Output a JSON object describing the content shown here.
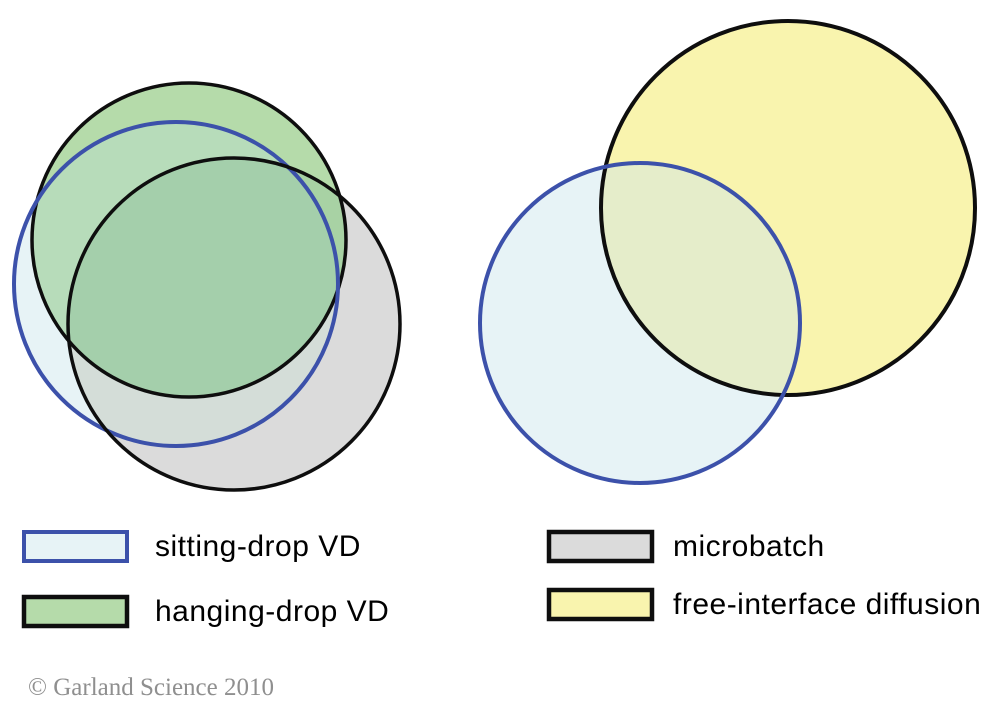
{
  "venn": {
    "left_cluster": {
      "type": "venn",
      "sets": [
        "sitting-drop VD",
        "hanging-drop VD",
        "microbatch"
      ],
      "description": "Three mutually overlapping circles (sitting-drop vapor diffusion, hanging-drop vapor diffusion, microbatch) with a large shared triple intersection."
    },
    "right_cluster": {
      "type": "venn",
      "sets": [
        "sitting-drop VD",
        "free-interface diffusion"
      ],
      "description": "Two partially overlapping circles: sitting-drop VD (lower left) and free-interface diffusion (upper right, larger)."
    }
  },
  "legend": {
    "left": [
      {
        "label": "sitting-drop VD"
      },
      {
        "label": "hanging-drop VD"
      }
    ],
    "right": [
      {
        "label": "microbatch"
      },
      {
        "label": "free-interface diffusion"
      }
    ]
  },
  "copyright": "© Garland Science 2010",
  "colors": {
    "sitting_fill": "#e7f3f6",
    "hanging_fill": "#b5dbaa",
    "microbatch_fill": "#dbdbdb",
    "fid_fill": "#f9f4ae",
    "overlap_hanging_sitting": "#b7dcba",
    "overlap_hanging_micro": "#a8d2a4",
    "overlap_sitting_micro": "#d4ddd8",
    "overlap_triple": "#a4cfab",
    "overlap_sitting_fid": "#e5edca",
    "blue_stroke": "#3c51aa",
    "black_stroke": "#0e0e0e",
    "copyright_color": "#8f8f8f"
  }
}
